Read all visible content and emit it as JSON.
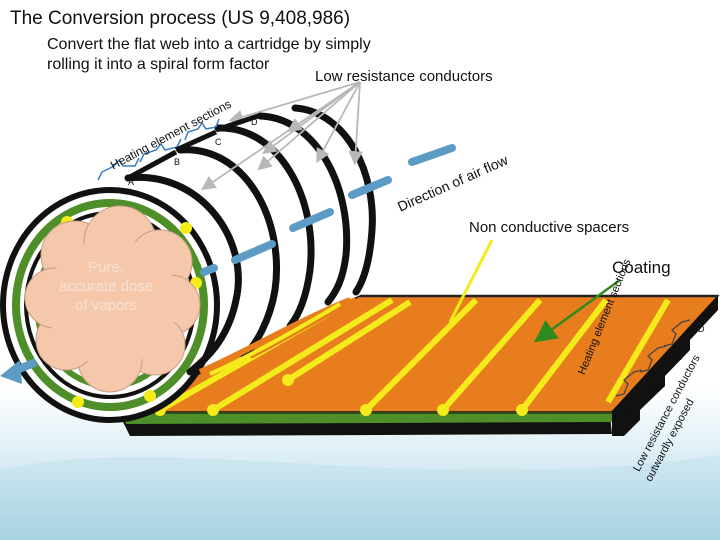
{
  "slide": {
    "title": "The Conversion process (US 9,408,986)",
    "subtitle_line1": "Convert the flat web into a cartridge by simply",
    "subtitle_line2": "rolling it into a spiral form factor"
  },
  "labels": {
    "low_resistance_conductors": "Low resistance conductors",
    "direction_of_air_flow": "Direction of air flow",
    "non_conductive_spacers": "Non conductive spacers",
    "coating": "Coating",
    "heating_element_sections": "Heating element sections",
    "low_resistance_outward_line1": "Low resistance conductors",
    "low_resistance_outward_line2": "outwardly exposed",
    "vapor_dose": "Pure, accurate dose of vapors"
  },
  "section_letters": [
    "A",
    "B",
    "C",
    "D"
  ],
  "colors": {
    "web_orange": "#e87d1e",
    "spacer_yellow": "#f4ec1a",
    "coating_green": "#4f8f2a",
    "conductor_black": "#111111",
    "airflow_blue": "#5b9bc4",
    "cloud_peach": "#f5c8ac",
    "arrow_green": "#2f8a1e"
  }
}
